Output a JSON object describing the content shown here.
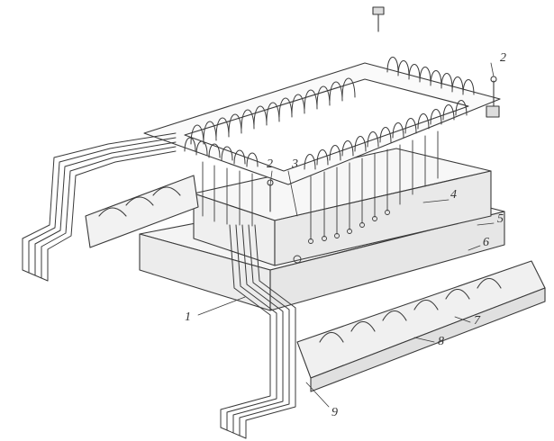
{
  "figure": {
    "callouts": [
      {
        "id": "1",
        "label": "1"
      },
      {
        "id": "2a",
        "label": "2"
      },
      {
        "id": "2b",
        "label": "2"
      },
      {
        "id": "3",
        "label": "3"
      },
      {
        "id": "4",
        "label": "4"
      },
      {
        "id": "5",
        "label": "5"
      },
      {
        "id": "6",
        "label": "6"
      },
      {
        "id": "7",
        "label": "7"
      },
      {
        "id": "8",
        "label": "8"
      },
      {
        "id": "9",
        "label": "9"
      }
    ]
  }
}
